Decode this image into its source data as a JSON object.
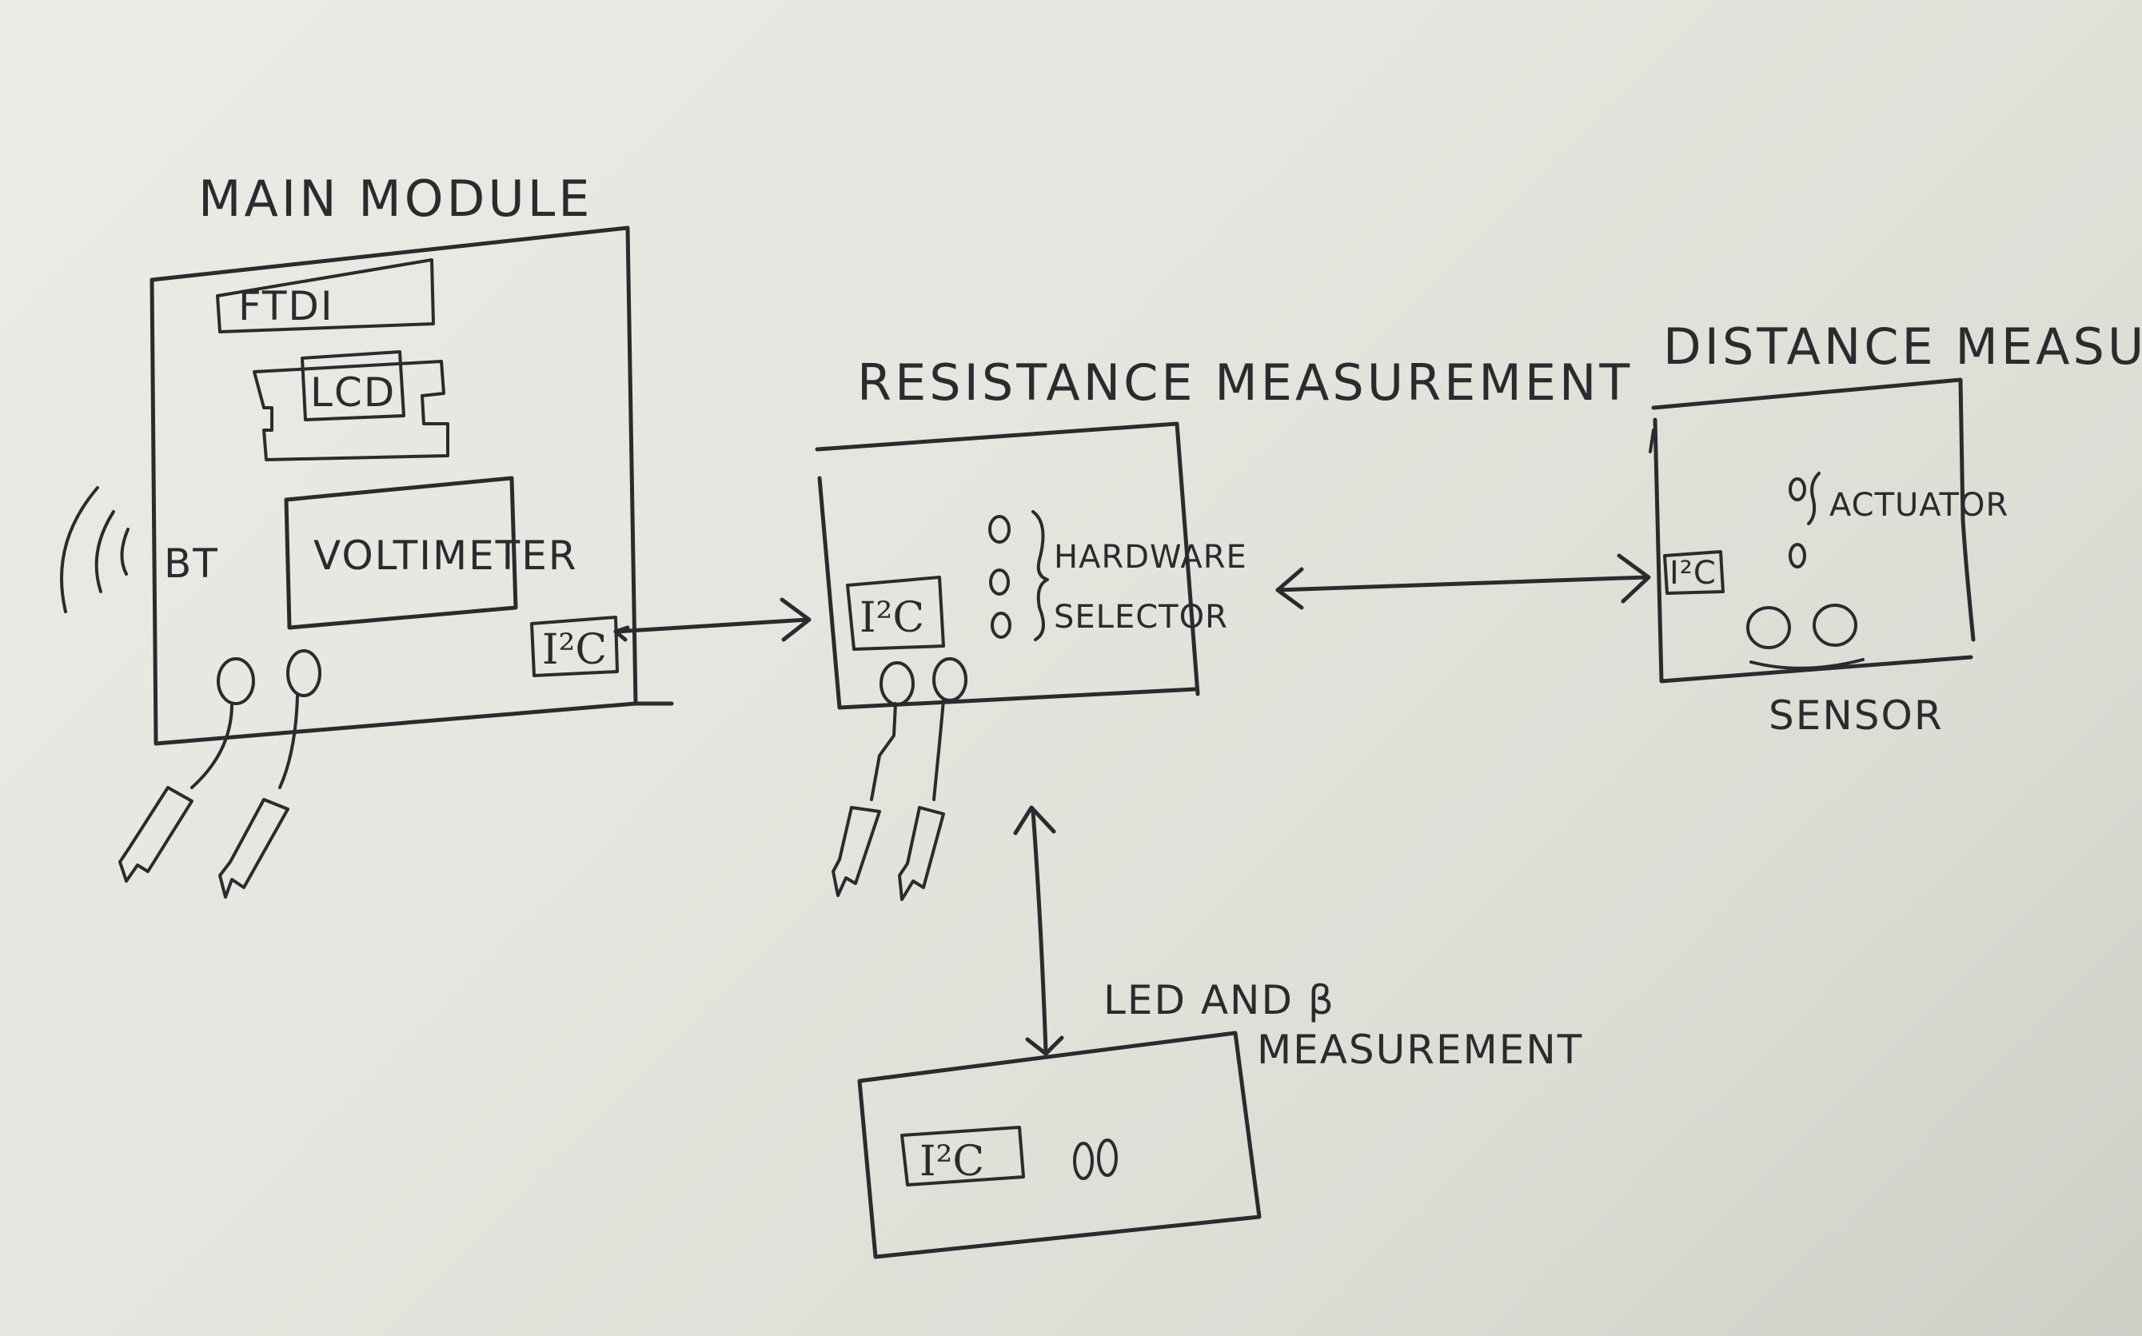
{
  "modules": {
    "main": {
      "title": "MAIN MODULE",
      "ftdi": "FTDI",
      "lcd": "LCD",
      "voltimeter": "VOLTIMETER",
      "bt": "BT",
      "i2c": "I²C"
    },
    "resistance": {
      "title": "RESISTANCE MEASUREMENT",
      "i2c": "I²C",
      "selector_line1": "HARDWARE",
      "selector_line2": "SELECTOR"
    },
    "distance": {
      "title": "DISTANCE MEASUREMENT",
      "i2c": "I²C",
      "actuator": "ACTUATOR",
      "sensor": "SENSOR"
    },
    "led": {
      "title_line1": "LED AND β",
      "title_line2": "MEASUREMENT",
      "i2c": "I²C"
    }
  }
}
